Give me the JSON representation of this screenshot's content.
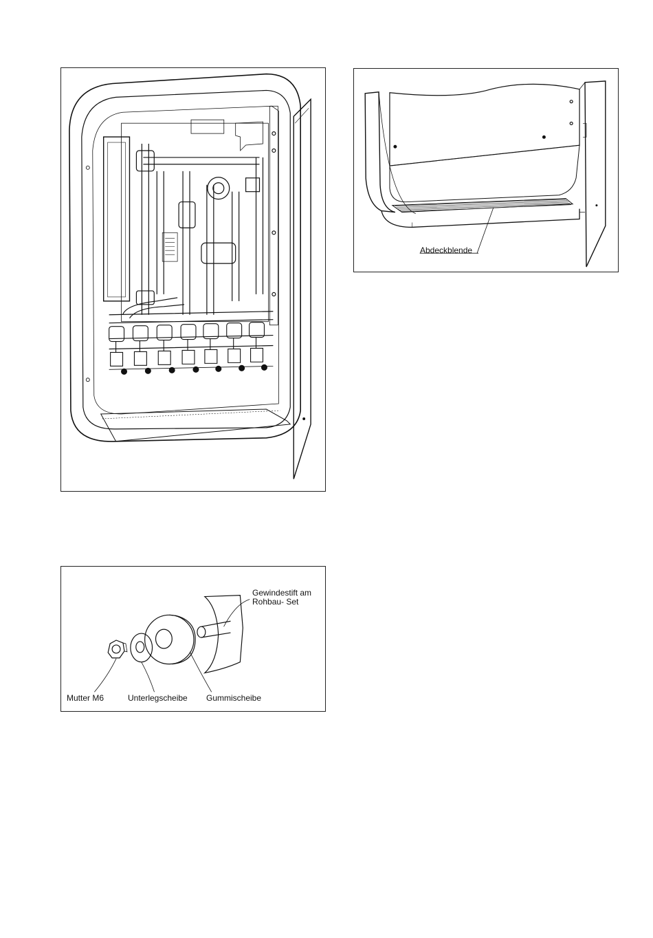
{
  "figures": {
    "cabinet": {},
    "cover": {
      "label_abdeckblende": "Abdeckblende"
    },
    "mounting": {
      "label_gewindestift_line1": "Gewindestift am",
      "label_gewindestift_line2": "Rohbau- Set",
      "label_mutter": "Mutter M6",
      "label_unterlegscheibe": "Unterlegscheibe",
      "label_gummischeibe": "Gummischeibe"
    }
  }
}
